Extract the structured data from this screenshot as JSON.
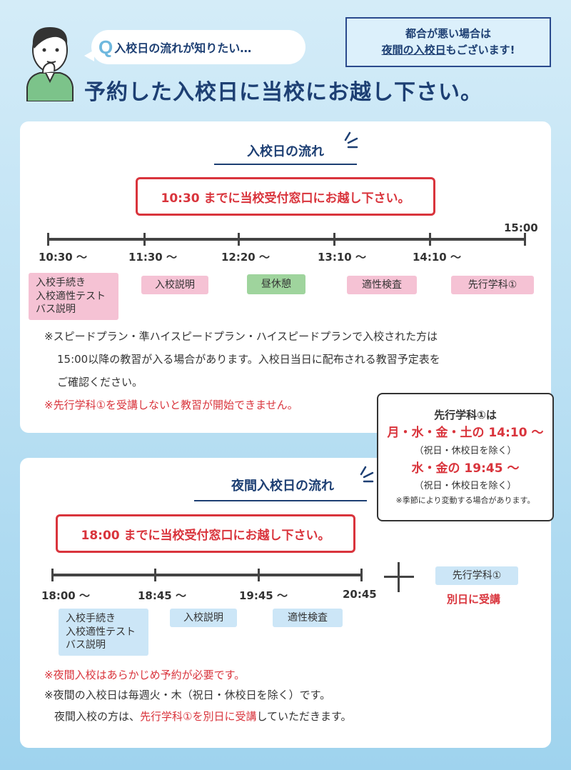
{
  "header": {
    "q_mark": "Q",
    "question": "入校日の流れが知りたい…",
    "main_title": "予約した入校日に当校にお越し下さい。",
    "notice_line1": "都合が悪い場合は",
    "notice_line2_underlined": "夜間の入校日",
    "notice_line2_rest": "もございます!"
  },
  "day": {
    "title": "入校日の流れ",
    "arrival": "10:30 までに当校受付窓口にお越し下さい。",
    "end_time": "15:00",
    "times": [
      "10:30 ～",
      "11:30 ～",
      "12:20 ～",
      "13:10 ～",
      "14:10 ～"
    ],
    "steps": [
      {
        "label": "入校手続き\n入校適性テスト\nバス説明"
      },
      {
        "label": "入校説明"
      },
      {
        "label": "昼休憩"
      },
      {
        "label": "適性検査"
      },
      {
        "label": "先行学科①"
      }
    ],
    "note1_line1": "※スピードプラン・準ハイスピードプラン・ハイスピードプランで入校された方は",
    "note1_line2": "15:00以降の教習が入る場合があります。入校日当日に配布される教習予定表を",
    "note1_line3": "ご確認ください。",
    "note2": "※先行学科①を受講しないと教習が開始できません。"
  },
  "callout": {
    "title": "先行学科①は",
    "schedule1": "月・水・金・土の 14:10 ～",
    "exclusion1": "（祝日・休校日を除く）",
    "schedule2": "水・金の 19:45 ～",
    "exclusion2": "（祝日・休校日を除く）",
    "footnote": "※季節により変動する場合があります。"
  },
  "night": {
    "title": "夜間入校日の流れ",
    "arrival": "18:00 までに当校受付窓口にお越し下さい。",
    "times": [
      "18:00 ～",
      "18:45 ～",
      "19:45 ～",
      "20:45"
    ],
    "steps": [
      {
        "label": "入校手続き\n入校適性テスト\nバス説明"
      },
      {
        "label": "入校説明"
      },
      {
        "label": "適性検査"
      }
    ],
    "extra_tag": "先行学科①",
    "extra_note": "別日に受講",
    "note1": "※夜間入校はあらかじめ予約が必要です。",
    "note2": "※夜間の入校日は毎週火・木（祝日・休校日を除く）です。",
    "note3_prefix": "夜間入校の方は、",
    "note3_red": "先行学科①を別日に受講",
    "note3_suffix": "していただきます。"
  },
  "colors": {
    "navy": "#1d3f73",
    "red": "#d9343c",
    "pink": "#f5c2d4",
    "green": "#9fd49d",
    "light_blue": "#cce6f7"
  }
}
